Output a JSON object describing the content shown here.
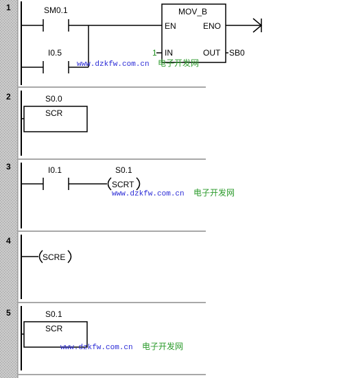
{
  "colors": {
    "gutter": "#c8c8c8",
    "gutter_stripe": "#9a9a9a",
    "rail": "#000000",
    "separator": "#a8a8a8",
    "watermark_latin": "#2b2bd6",
    "watermark_cjk": "#2a9a2a",
    "value_green": "#1c8f1c"
  },
  "watermark": {
    "latin": "www.dzkfw.com.cn",
    "cjk": "电子开发网"
  },
  "networks": [
    {
      "number": "1",
      "contacts": [
        {
          "address": "SM0.1",
          "type": "normally-open"
        },
        {
          "address": "I0.5",
          "type": "normally-open"
        }
      ],
      "box": {
        "title": "MOV_B",
        "en": "EN",
        "eno": "ENO",
        "in_label": "IN",
        "in_value": "1",
        "out_label": "OUT",
        "out_value": "SB0"
      }
    },
    {
      "number": "2",
      "box": {
        "address": "S0.0",
        "title": "SCR"
      }
    },
    {
      "number": "3",
      "contact": {
        "address": "I0.1"
      },
      "coil": {
        "address": "S0.1",
        "label": "SCRT"
      }
    },
    {
      "number": "4",
      "coil": {
        "label": "SCRE"
      }
    },
    {
      "number": "5",
      "box": {
        "address": "S0.1",
        "title": "SCR"
      }
    }
  ]
}
